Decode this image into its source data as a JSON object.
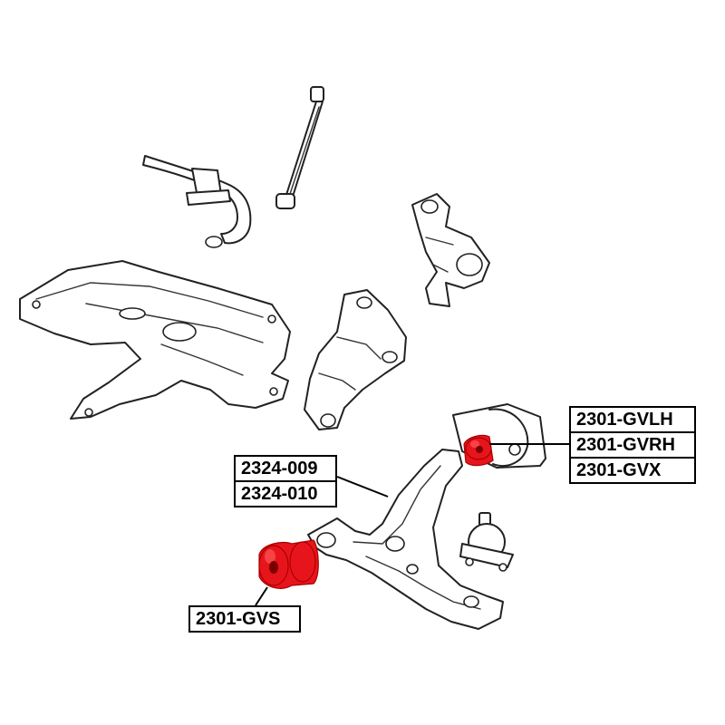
{
  "callouts": {
    "front_bushing": {
      "lines": [
        "2301-GVLH",
        "2301-GVRH",
        "2301-GVX"
      ]
    },
    "control_arm": {
      "lines": [
        "2324-009",
        "2324-010"
      ]
    },
    "rear_bushing": {
      "lines": [
        "2301-GVS"
      ]
    }
  },
  "colors": {
    "bushing": "#e8141c",
    "line_art": "#222222",
    "background": "#ffffff"
  }
}
